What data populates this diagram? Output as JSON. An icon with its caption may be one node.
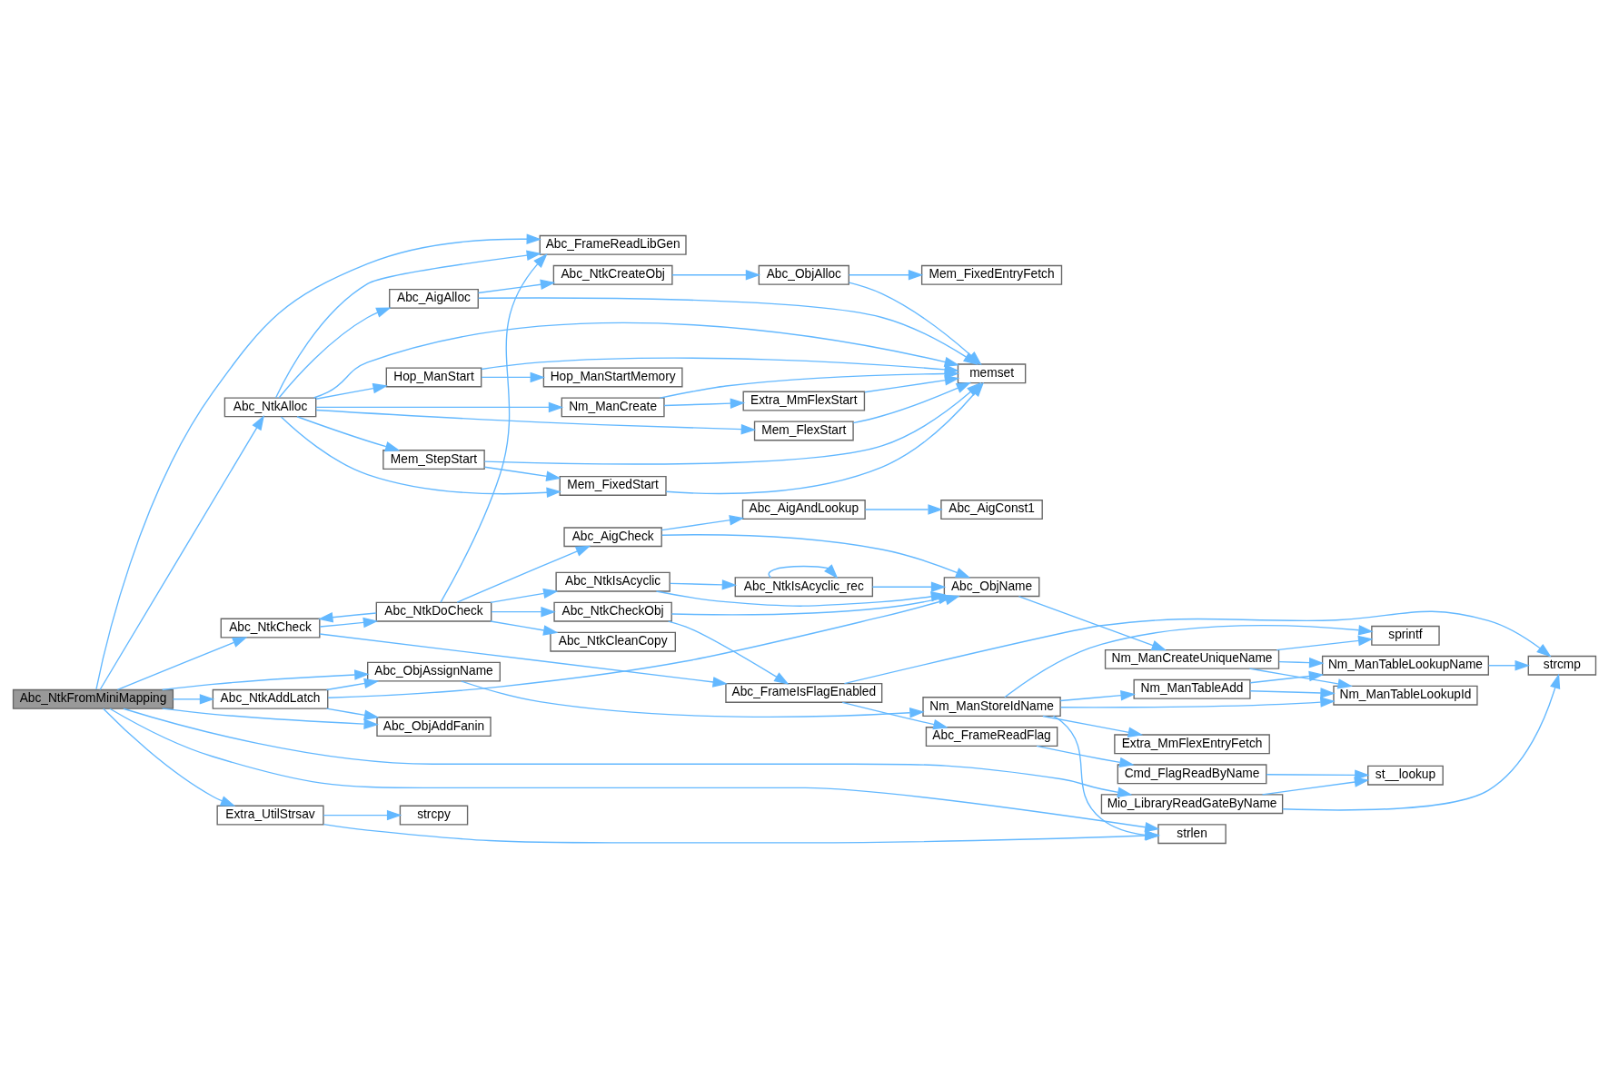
{
  "diagram": {
    "nodes": [
      {
        "text": [
          "Abc_NtkFromMiniMapping"
        ]
      },
      {
        "text": [
          "Abc_AigAlloc"
        ]
      },
      {
        "text": [
          "Abc_NtkCreateObj"
        ]
      },
      {
        "text": [
          "Abc_ObjAlloc"
        ]
      },
      {
        "text": [
          "Mem_FixedEntryFetch"
        ]
      },
      {
        "text": [
          "Abc_FrameReadLibGen"
        ]
      },
      {
        "text": [
          "Abc_NtkAlloc"
        ]
      },
      {
        "text": [
          "Hop_ManStart"
        ]
      },
      {
        "text": [
          "Hop_ManStartMemory"
        ]
      },
      {
        "text": [
          "memset"
        ]
      },
      {
        "text": [
          "Mem_StepStart"
        ]
      },
      {
        "text": [
          "Mem_FixedStart"
        ]
      },
      {
        "text": [
          "Nm_ManCreate"
        ]
      },
      {
        "text": [
          "Extra_MmFlexStart"
        ]
      },
      {
        "text": [
          "Mem_FlexStart"
        ]
      },
      {
        "text": [
          "Abc_AigAndLookup"
        ]
      },
      {
        "text": [
          "Abc_AigConst1"
        ]
      },
      {
        "text": [
          "Abc_AigCheck"
        ]
      },
      {
        "text": [
          "Abc_NtkIsAcyclic_rec"
        ]
      },
      {
        "text": [
          "Abc_ObjName"
        ]
      },
      {
        "text": [
          "Abc_NtkIsAcyclic"
        ]
      },
      {
        "text": [
          "Abc_NtkDoCheck"
        ]
      },
      {
        "text": [
          "Abc_NtkCheckObj"
        ]
      },
      {
        "text": [
          "Abc_NtkCheck"
        ]
      },
      {
        "text": [
          "Abc_NtkCleanCopy"
        ]
      },
      {
        "text": [
          "sprintf"
        ]
      },
      {
        "text": [
          "Nm_ManCreateUniqueName"
        ]
      },
      {
        "text": [
          "Nm_ManTableLookupName"
        ]
      },
      {
        "text": [
          "strcmp"
        ]
      },
      {
        "text": [
          "Nm_ManTableAdd"
        ]
      },
      {
        "text": [
          "Nm_ManTableLookupId"
        ]
      },
      {
        "text": [
          "Abc_FrameIsFlagEnabled"
        ]
      },
      {
        "text": [
          "Abc_ObjAssignName"
        ]
      },
      {
        "text": [
          "Nm_ManStoreIdName"
        ]
      },
      {
        "text": [
          "Extra_MmFlexEntryFetch"
        ]
      },
      {
        "text": [
          "Abc_NtkAddLatch"
        ]
      },
      {
        "text": [
          "Abc_ObjAddFanin"
        ]
      },
      {
        "text": [
          "Abc_FrameReadFlag"
        ]
      },
      {
        "text": [
          "Cmd_FlagReadByName"
        ]
      },
      {
        "text": [
          "st__lookup"
        ]
      },
      {
        "text": [
          "Mio_LibraryReadGateByName"
        ]
      },
      {
        "text": [
          "strlen"
        ]
      },
      {
        "text": [
          "Extra_UtilStrsav"
        ]
      },
      {
        "text": [
          "strcpy"
        ]
      }
    ],
    "edges": [
      {
        "from": 0,
        "to": 5,
        "arrow": "to"
      },
      {
        "from": 0,
        "to": 6,
        "arrow": "to"
      },
      {
        "from": 0,
        "to": 23,
        "arrow": "to"
      },
      {
        "from": 0,
        "to": 32,
        "arrow": "to"
      },
      {
        "from": 0,
        "to": 35,
        "arrow": "to"
      },
      {
        "from": 0,
        "to": 36,
        "arrow": "to"
      },
      {
        "from": 0,
        "to": 40,
        "arrow": "to"
      },
      {
        "from": 0,
        "to": 41,
        "arrow": "to"
      },
      {
        "from": 0,
        "to": 42,
        "arrow": "to"
      },
      {
        "from": 1,
        "to": 2,
        "arrow": "to"
      },
      {
        "from": 1,
        "to": 9,
        "arrow": "to"
      },
      {
        "from": 2,
        "to": 3,
        "arrow": "to"
      },
      {
        "from": 3,
        "to": 4,
        "arrow": "to"
      },
      {
        "from": 3,
        "to": 9,
        "arrow": "to"
      },
      {
        "from": 6,
        "to": 1,
        "arrow": "to"
      },
      {
        "from": 6,
        "to": 5,
        "arrow": "to"
      },
      {
        "from": 6,
        "to": 9,
        "arrow": "to"
      },
      {
        "from": 6,
        "to": 7,
        "arrow": "to"
      },
      {
        "from": 6,
        "to": 10,
        "arrow": "to"
      },
      {
        "from": 6,
        "to": 11,
        "arrow": "to"
      },
      {
        "from": 6,
        "to": 12,
        "arrow": "to"
      },
      {
        "from": 6,
        "to": 14,
        "arrow": "to"
      },
      {
        "from": 7,
        "to": 8,
        "arrow": "to"
      },
      {
        "from": 7,
        "to": 9,
        "arrow": "to"
      },
      {
        "from": 10,
        "to": 11,
        "arrow": "to"
      },
      {
        "from": 10,
        "to": 9,
        "arrow": "to"
      },
      {
        "from": 11,
        "to": 9,
        "arrow": "to"
      },
      {
        "from": 12,
        "to": 13,
        "arrow": "to"
      },
      {
        "from": 12,
        "to": 9,
        "arrow": "to"
      },
      {
        "from": 13,
        "to": 9,
        "arrow": "to"
      },
      {
        "from": 14,
        "to": 9,
        "arrow": "to"
      },
      {
        "from": 15,
        "to": 16,
        "arrow": "to"
      },
      {
        "from": 17,
        "to": 15,
        "arrow": "to"
      },
      {
        "from": 17,
        "to": 19,
        "arrow": "to"
      },
      {
        "from": 18,
        "to": 18,
        "arrow": "to"
      },
      {
        "from": 18,
        "to": 19,
        "arrow": "to"
      },
      {
        "from": 19,
        "to": 26,
        "arrow": "to"
      },
      {
        "from": 20,
        "to": 18,
        "arrow": "to"
      },
      {
        "from": 20,
        "to": 19,
        "arrow": "to"
      },
      {
        "from": 21,
        "to": 5,
        "arrow": "to"
      },
      {
        "from": 21,
        "to": 17,
        "arrow": "to"
      },
      {
        "from": 21,
        "to": 20,
        "arrow": "to"
      },
      {
        "from": 21,
        "to": 22,
        "arrow": "to"
      },
      {
        "from": 21,
        "to": 23,
        "arrow": "to"
      },
      {
        "from": 21,
        "to": 24,
        "arrow": "to"
      },
      {
        "from": 22,
        "to": 19,
        "arrow": "to"
      },
      {
        "from": 22,
        "to": 31,
        "arrow": "to"
      },
      {
        "from": 23,
        "to": 21,
        "arrow": "to"
      },
      {
        "from": 23,
        "to": 31,
        "arrow": "to"
      },
      {
        "from": 26,
        "to": 25,
        "arrow": "to"
      },
      {
        "from": 26,
        "to": 27,
        "arrow": "to"
      },
      {
        "from": 26,
        "to": 30,
        "arrow": "to"
      },
      {
        "from": 27,
        "to": 28,
        "arrow": "to"
      },
      {
        "from": 29,
        "to": 27,
        "arrow": "to"
      },
      {
        "from": 29,
        "to": 30,
        "arrow": "to"
      },
      {
        "from": 31,
        "to": 28,
        "arrow": "to"
      },
      {
        "from": 31,
        "to": 37,
        "arrow": "to"
      },
      {
        "from": 32,
        "to": 33,
        "arrow": "to"
      },
      {
        "from": 33,
        "to": 25,
        "arrow": "to"
      },
      {
        "from": 33,
        "to": 29,
        "arrow": "to"
      },
      {
        "from": 33,
        "to": 34,
        "arrow": "to"
      },
      {
        "from": 33,
        "to": 30,
        "arrow": "to"
      },
      {
        "from": 33,
        "to": 41,
        "arrow": "to"
      },
      {
        "from": 35,
        "to": 32,
        "arrow": "to"
      },
      {
        "from": 35,
        "to": 19,
        "arrow": "to"
      },
      {
        "from": 35,
        "to": 36,
        "arrow": "to"
      },
      {
        "from": 37,
        "to": 38,
        "arrow": "to"
      },
      {
        "from": 38,
        "to": 39,
        "arrow": "to"
      },
      {
        "from": 40,
        "to": 39,
        "arrow": "to"
      },
      {
        "from": 40,
        "to": 28,
        "arrow": "to"
      },
      {
        "from": 42,
        "to": 43,
        "arrow": "to"
      },
      {
        "from": 42,
        "to": 41,
        "arrow": "to"
      }
    ]
  }
}
